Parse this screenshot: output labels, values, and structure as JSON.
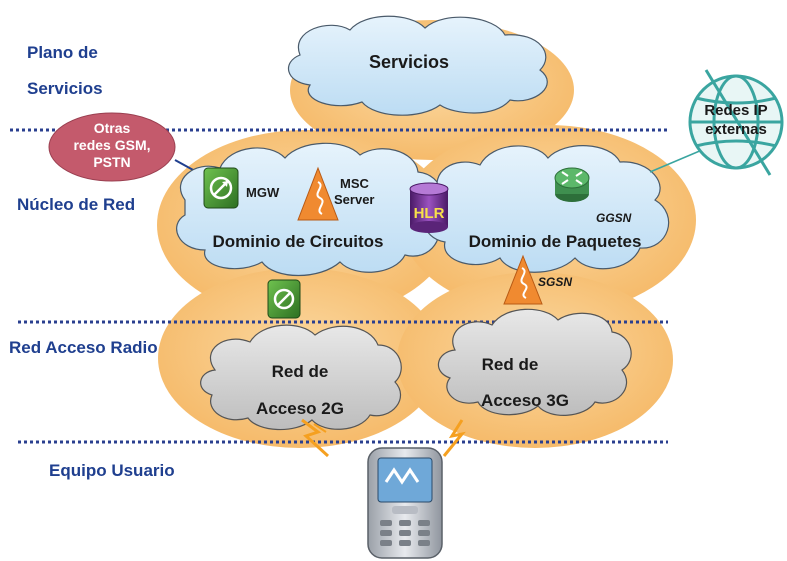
{
  "layers": {
    "plano_line1": "Plano de",
    "plano_line2": "Servicios",
    "nucleo": "Núcleo de Red",
    "red_acceso": "Red Acceso Radio",
    "equipo": "Equipo Usuario"
  },
  "clouds": {
    "servicios": "Servicios",
    "circuitos": "Dominio de Circuitos",
    "paquetes": "Dominio de Paquetes",
    "red2g_line1": "Red de",
    "red2g_line2": "Acceso 2G",
    "red3g_line1": "Red de",
    "red3g_line2": "Acceso 3G"
  },
  "nodes": {
    "otras_line1": "Otras",
    "otras_line2": "redes GSM,",
    "otras_line3": "PSTN",
    "mgw": "MGW",
    "msc_line1": "MSC",
    "msc_line2": "Server",
    "hlr": "HLR",
    "ggsn": "GGSN",
    "sgsn": "SGSN",
    "redes_ip_line1": "Redes IP",
    "redes_ip_line2": "externas"
  },
  "colors": {
    "layer_text": "#1f3f8f",
    "divider": "#2a3f8f",
    "blue_cloud": "#cfe6f7",
    "grey_cloud": "#d4d4d4",
    "orange_glow": "#f7c47e",
    "otras_ellipse": "#c45a6c",
    "switch_green": "#3d8f2f",
    "msc_orange": "#f08a30",
    "hlr_purple": "#6a2a8a",
    "router_green": "#3f8f4f",
    "globe_teal": "#3aa5a0"
  },
  "icons": [
    "mgw-switch-icon",
    "msc-server-icon",
    "hlr-database-icon",
    "ggsn-router-icon",
    "sgsn-icon",
    "globe-icon",
    "mobile-phone-icon",
    "radio-link-icon"
  ]
}
